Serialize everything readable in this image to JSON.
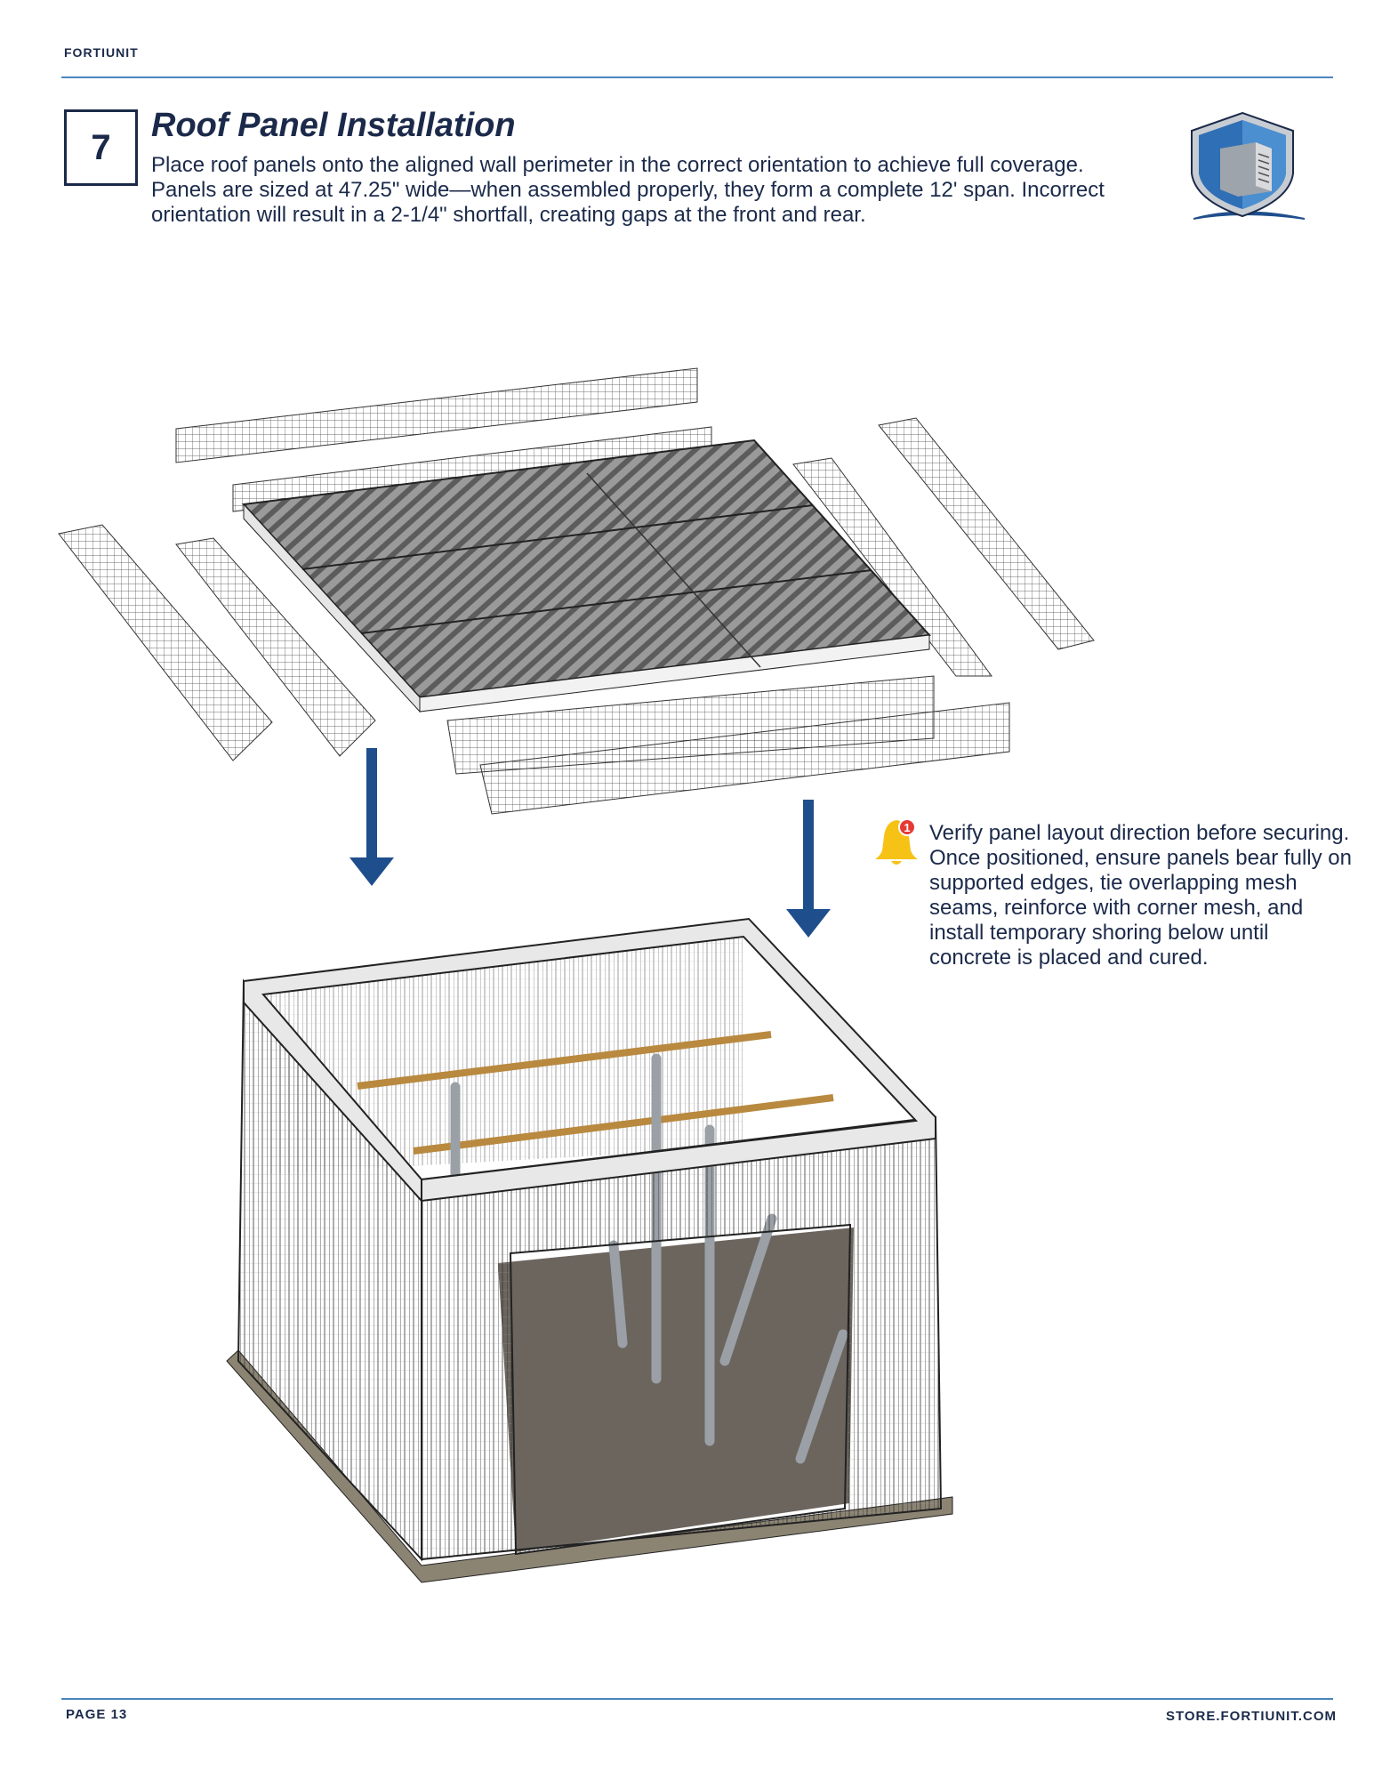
{
  "header": {
    "brand": "FORTIUNIT"
  },
  "step": {
    "number": "7",
    "title": "Roof Panel Installation",
    "description": "Place roof panels onto the aligned wall perimeter in the correct orientation to achieve full coverage. Panels are sized at 47.25\" wide—when assembled properly, they form a complete 12' span. Incorrect orientation will result in a 2-1/4\" shortfall, creating gaps at the front and rear."
  },
  "note": {
    "icon": "bell-icon",
    "badge": "1",
    "text": "Verify panel layout direction before securing. Once positioned, ensure panels bear fully on supported edges, tie overlapping mesh seams, reinforce with corner mesh, and install temporary shoring below until concrete is placed and cured."
  },
  "footer": {
    "page": "PAGE 13",
    "site": "STORE.FORTIUNIT.COM"
  },
  "colors": {
    "navy": "#1b2a4a",
    "rule": "#4a86bd",
    "arrow": "#1f4e8c",
    "bell": "#f6c216",
    "badge": "#e53935"
  }
}
